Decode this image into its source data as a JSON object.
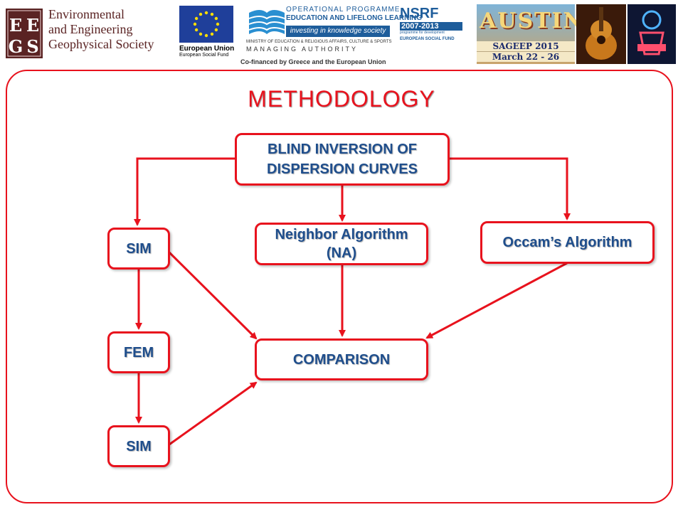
{
  "header": {
    "society": {
      "logo_letters": "EEGS",
      "name_lines": [
        "Environmental",
        "and Engineering",
        "Geophysical Society"
      ]
    },
    "eu": {
      "title": "European Union",
      "subtitle": "European Social Fund"
    },
    "programme": {
      "line1": "OPERATIONAL PROGRAMME",
      "line2": "EDUCATION AND LIFELONG LEARNING",
      "tagline": "investing in knowledge society",
      "ministry": "MINISTRY OF EDUCATION & RELIGIOUS AFFAIRS, CULTURE & SPORTS",
      "authority": "MANAGING AUTHORITY",
      "cofinanced": "Co-financed by Greece and the European Union"
    },
    "nsrf": {
      "title": "NSRF",
      "years": "2007-2013",
      "dev": "programme for development",
      "fund": "EUROPEAN SOCIAL FUND"
    },
    "sageep": {
      "city": "AUSTIN",
      "event": "SAGEEP 2015",
      "dates": "March 22 - 26"
    }
  },
  "diagram": {
    "title": "METHODOLOGY",
    "nodes": {
      "blind_inversion": "BLIND INVERSION OF\nDISPERSION CURVES",
      "sim_top": "SIM",
      "neighbor": "Neighbor Algorithm\n(NA)",
      "occam": "Occam’s Algorithm",
      "fem": "FEM",
      "comparison": "COMPARISON",
      "sim_bottom": "SIM"
    },
    "colors": {
      "accent": "#e8121d",
      "node_text": "#1f4e8c"
    },
    "edges": [
      {
        "from": "blind_inversion",
        "to": "sim_top"
      },
      {
        "from": "blind_inversion",
        "to": "neighbor"
      },
      {
        "from": "blind_inversion",
        "to": "occam"
      },
      {
        "from": "sim_top",
        "to": "fem"
      },
      {
        "from": "fem",
        "to": "sim_bottom"
      },
      {
        "from": "sim_top",
        "to": "comparison"
      },
      {
        "from": "neighbor",
        "to": "comparison"
      },
      {
        "from": "occam",
        "to": "comparison"
      },
      {
        "from": "sim_bottom",
        "to": "comparison"
      }
    ]
  }
}
